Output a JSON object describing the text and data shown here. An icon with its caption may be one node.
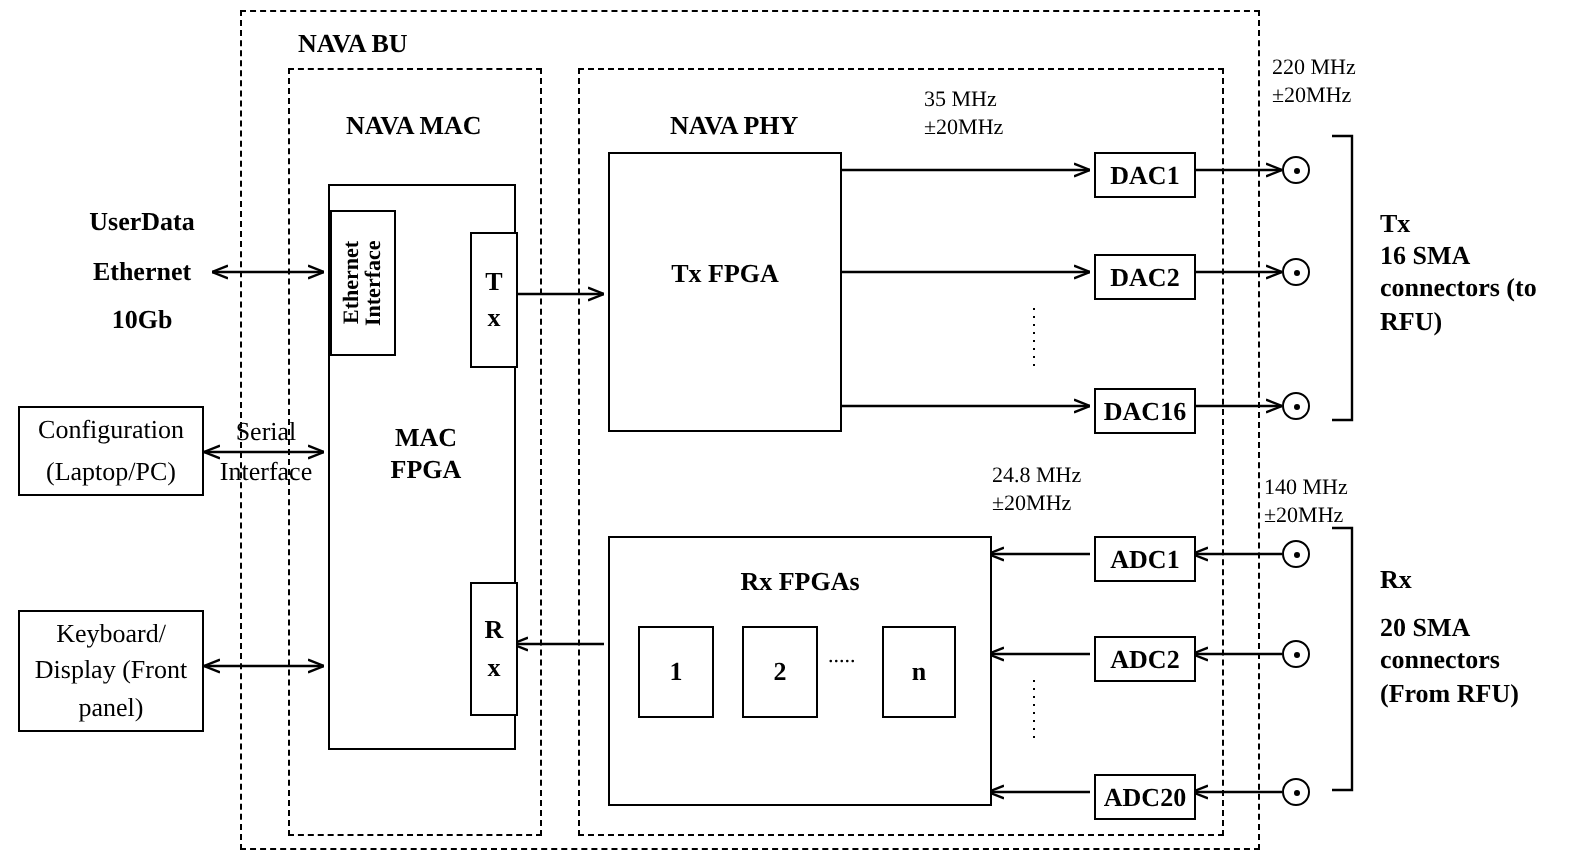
{
  "diagram": {
    "nodes": [
      {
        "text": [
          "NAVA BU"
        ]
      },
      {
        "text": [
          "NAVA MAC"
        ],
        "in": 0
      },
      {
        "text": [
          "MAC FPGA"
        ],
        "in": 1
      },
      {
        "text": [
          "Ethernet Interface"
        ],
        "in": 2
      },
      {
        "text": [
          "Tx"
        ],
        "in": 2
      },
      {
        "text": [
          "Rx"
        ],
        "in": 2
      },
      {
        "text": [
          "NAVA PHY"
        ],
        "in": 0
      },
      {
        "text": [
          "Tx FPGA"
        ],
        "in": 6
      },
      {
        "text": [
          "DAC1"
        ],
        "in": 6
      },
      {
        "text": [
          "DAC2"
        ],
        "in": 6
      },
      {
        "text": [
          "DAC16"
        ],
        "in": 6
      },
      {
        "text": [
          "Rx FPGAs"
        ],
        "in": 6
      },
      {
        "text": [
          "1"
        ],
        "in": 11
      },
      {
        "text": [
          "2"
        ],
        "in": 11
      },
      {
        "text": [
          "n"
        ],
        "in": 11
      },
      {
        "text": [
          "ADC1"
        ],
        "in": 6
      },
      {
        "text": [
          "ADC2"
        ],
        "in": 6
      },
      {
        "text": [
          "ADC20"
        ],
        "in": 6
      },
      {
        "text": [],
        "shape": "circle"
      },
      {
        "text": [],
        "shape": "circle"
      },
      {
        "text": [],
        "shape": "circle"
      },
      {
        "text": [],
        "shape": "circle"
      },
      {
        "text": [],
        "shape": "circle"
      },
      {
        "text": [],
        "shape": "circle"
      },
      {
        "text": [
          "Configuration (Laptop/PC)"
        ]
      },
      {
        "text": [
          "Keyboard/ Display (Front panel)"
        ]
      },
      {
        "text": [
          "UserData Ethernet 10Gb"
        ]
      }
    ],
    "edges": [
      {
        "from": 26,
        "to": 3,
        "arrow": "both"
      },
      {
        "from": 24,
        "to": 2,
        "arrow": "both",
        "label": "Serial Interface"
      },
      {
        "from": 25,
        "to": 2,
        "arrow": "both"
      },
      {
        "from": 4,
        "to": 7,
        "arrow": "to"
      },
      {
        "from": 11,
        "to": 5,
        "arrow": "to"
      },
      {
        "from": 7,
        "to": 8,
        "arrow": "to"
      },
      {
        "from": 7,
        "to": 9,
        "arrow": "to"
      },
      {
        "from": 7,
        "to": 10,
        "arrow": "to"
      },
      {
        "from": 8,
        "to": 18,
        "arrow": "to"
      },
      {
        "from": 9,
        "to": 19,
        "arrow": "to"
      },
      {
        "from": 10,
        "to": 20,
        "arrow": "to"
      },
      {
        "from": 21,
        "to": 15,
        "arrow": "to"
      },
      {
        "from": 22,
        "to": 16,
        "arrow": "to"
      },
      {
        "from": 23,
        "to": 17,
        "arrow": "to"
      },
      {
        "from": 15,
        "to": 11,
        "arrow": "to"
      },
      {
        "from": 16,
        "to": 11,
        "arrow": "to"
      },
      {
        "from": 17,
        "to": 11,
        "arrow": "to"
      }
    ],
    "labels": [
      "220 MHz ±20MHz",
      "35 MHz ±20MHz",
      "Tx",
      "16 SMA connectors (to RFU)",
      "24.8 MHz ±20MHz",
      "140 MHz ±20MHz",
      ".....",
      "Rx",
      "20 SMA connectors (From RFU)"
    ]
  }
}
